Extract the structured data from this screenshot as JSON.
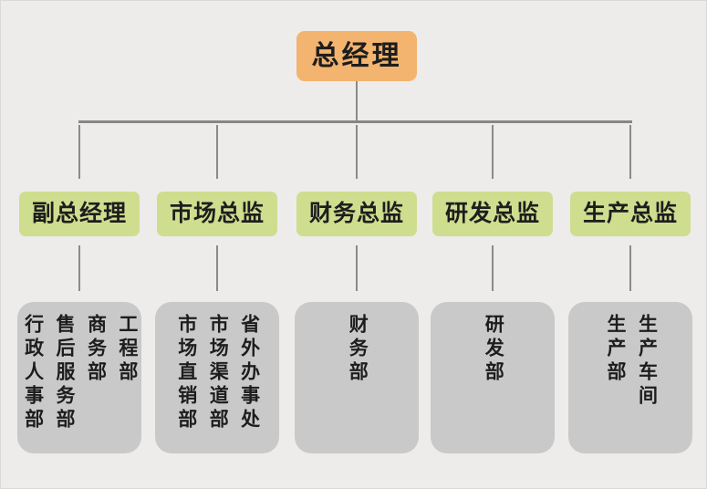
{
  "colors": {
    "background": "#edeceb",
    "root-box-bg": "#f2b46e",
    "manager-box-bg": "#cfdd8f",
    "dept-box-bg": "#c9c9c9",
    "line": "#8a8a8a",
    "text": "#1d1d1d"
  },
  "org_chart": {
    "root": {
      "label": "总经理"
    },
    "branches": [
      {
        "manager": "副总经理",
        "departments": [
          "工程部",
          "商务部",
          "售后服务部",
          "行政人事部"
        ]
      },
      {
        "manager": "市场总监",
        "departments": [
          "省外办事处",
          "市场渠道部",
          "市场直销部"
        ]
      },
      {
        "manager": "财务总监",
        "departments": [
          "财务部"
        ]
      },
      {
        "manager": "研发总监",
        "departments": [
          "研发部"
        ]
      },
      {
        "manager": "生产总监",
        "departments": [
          "生产车间",
          "生产部"
        ]
      }
    ]
  }
}
